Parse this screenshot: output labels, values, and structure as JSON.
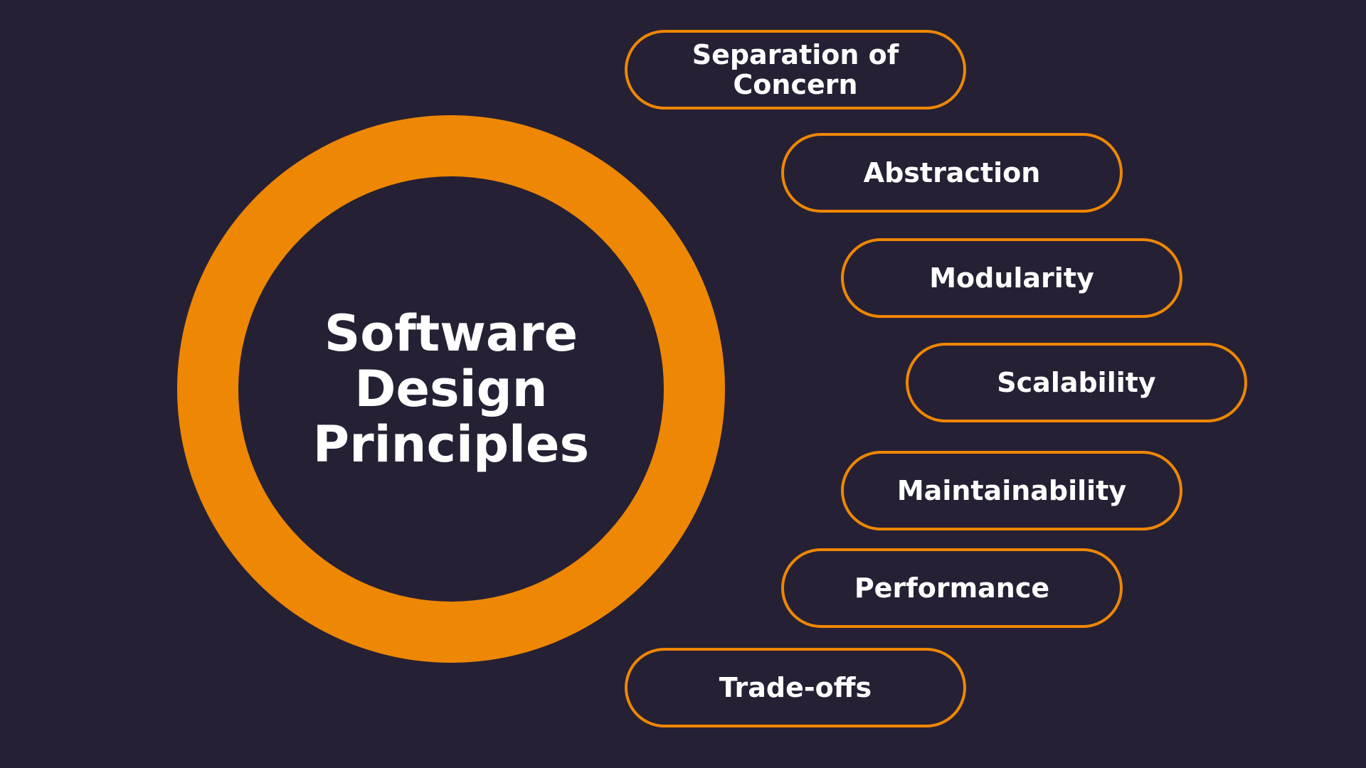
{
  "center": {
    "title": "Software Design Principles"
  },
  "principles": [
    "Separation of Concern",
    "Abstraction",
    "Modularity",
    "Scalability",
    "Maintainability",
    "Performance",
    "Trade-offs"
  ],
  "colors": {
    "background": "#262034",
    "accent": "#EE8703",
    "text": "#FFFFFF"
  }
}
